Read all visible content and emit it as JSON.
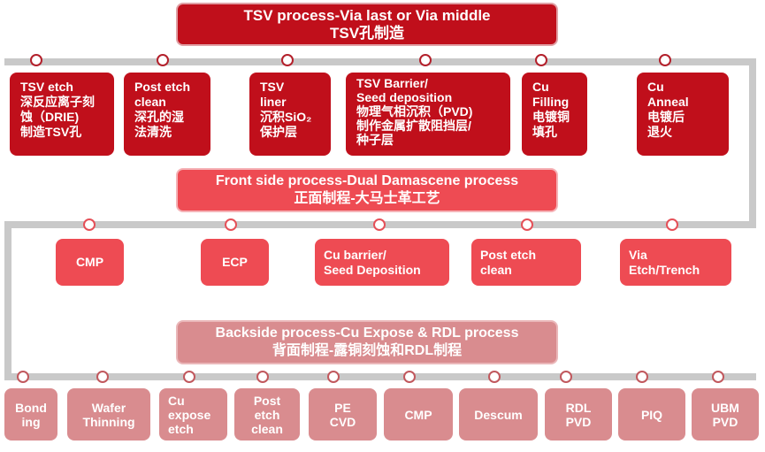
{
  "stage1": {
    "title_en": "TSV process-Via last or Via middle",
    "title_zh": "TSV孔制造",
    "steps": [
      {
        "lines": [
          "TSV etch",
          "深反应离子刻",
          "蚀（DRIE)",
          "制造TSV孔"
        ]
      },
      {
        "lines": [
          "Post etch",
          "clean",
          "深孔的湿",
          "法清洗"
        ]
      },
      {
        "lines": [
          "TSV",
          "liner",
          "沉积SiO₂",
          "保护层"
        ]
      },
      {
        "lines": [
          "TSV Barrier/",
          "Seed deposition",
          "物理气相沉积（PVD)",
          "制作金属扩散阻挡层/",
          "种子层"
        ]
      },
      {
        "lines": [
          "Cu",
          "Filling",
          "电镀铜",
          "填孔"
        ]
      },
      {
        "lines": [
          "Cu",
          "Anneal",
          "电镀后",
          "退火"
        ]
      }
    ]
  },
  "stage2": {
    "title_en": "Front side process-Dual Damascene process",
    "title_zh": "正面制程-大马士革工艺",
    "steps": [
      {
        "lines": [
          "CMP"
        ]
      },
      {
        "lines": [
          "ECP"
        ]
      },
      {
        "lines": [
          "Cu barrier/",
          "Seed Deposition"
        ]
      },
      {
        "lines": [
          "Post etch",
          "clean"
        ]
      },
      {
        "lines": [
          "Via",
          "Etch/Trench"
        ]
      }
    ]
  },
  "stage3": {
    "title_en": "Backside process-Cu Expose & RDL process",
    "title_zh": "背面制程-露铜刻蚀和RDL制程",
    "steps": [
      {
        "lines": [
          "Bond",
          "ing"
        ]
      },
      {
        "lines": [
          "Wafer",
          "Thinning"
        ]
      },
      {
        "lines": [
          "Cu",
          "expose",
          "etch"
        ]
      },
      {
        "lines": [
          "Post",
          "etch",
          "clean"
        ]
      },
      {
        "lines": [
          "PE",
          "CVD"
        ]
      },
      {
        "lines": [
          "CMP"
        ]
      },
      {
        "lines": [
          "Descum"
        ]
      },
      {
        "lines": [
          "RDL",
          "PVD"
        ]
      },
      {
        "lines": [
          "PIQ"
        ]
      },
      {
        "lines": [
          "UBM",
          "PVD"
        ]
      }
    ]
  },
  "colors": {
    "stage1": "#c00f1b",
    "stage2": "#ee4b53",
    "stage3": "#d98c8f",
    "rail": "#c9c9c9"
  }
}
